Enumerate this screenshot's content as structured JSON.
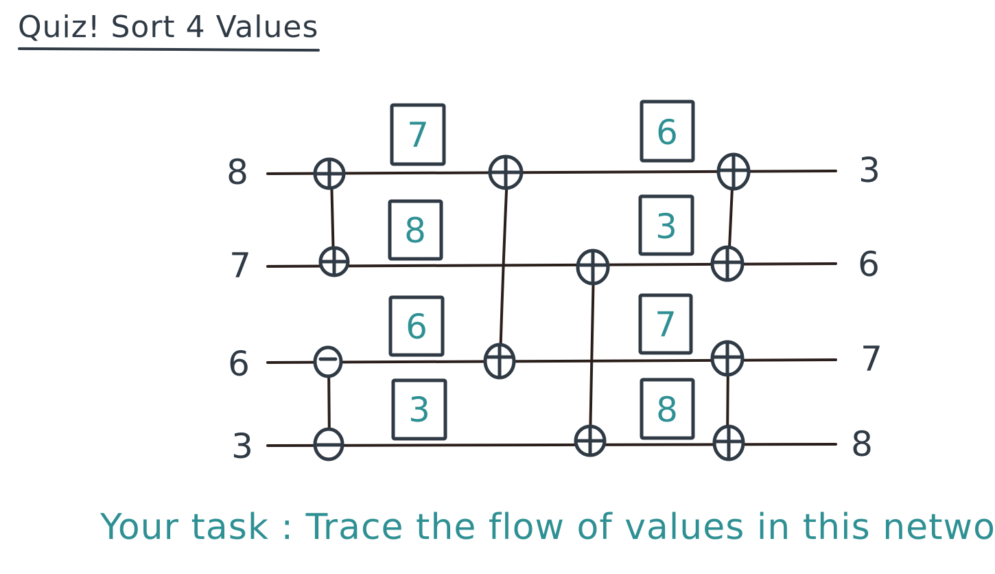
{
  "title": "Quiz! Sort 4 Values",
  "task": "Your task : Trace the flow of values in this network.",
  "inputs": [
    "8",
    "7",
    "6",
    "3"
  ],
  "outputs": [
    "3",
    "6",
    "7",
    "8"
  ],
  "stage1_boxes": [
    "7",
    "8",
    "6",
    "3"
  ],
  "stage2_boxes": [
    "6",
    "3",
    "7",
    "8"
  ],
  "comparators": [
    {
      "id": "c1",
      "wires": [
        0,
        1
      ],
      "top_symbol": "plus",
      "bottom_symbol": "plus"
    },
    {
      "id": "c2",
      "wires": [
        2,
        3
      ],
      "top_symbol": "minus",
      "bottom_symbol": "minus"
    },
    {
      "id": "c3",
      "wires": [
        0,
        2
      ],
      "top_symbol": "plus",
      "bottom_symbol": "plus"
    },
    {
      "id": "c4",
      "wires": [
        1,
        3
      ],
      "top_symbol": "plus",
      "bottom_symbol": "plus"
    },
    {
      "id": "c5",
      "wires": [
        0,
        1
      ],
      "top_symbol": "plus",
      "bottom_symbol": "plus"
    },
    {
      "id": "c6",
      "wires": [
        2,
        3
      ],
      "top_symbol": "plus",
      "bottom_symbol": "plus"
    }
  ],
  "colors": {
    "ink": "#2f3a45",
    "wire": "#2b1f1c",
    "accent": "#2f9094"
  }
}
